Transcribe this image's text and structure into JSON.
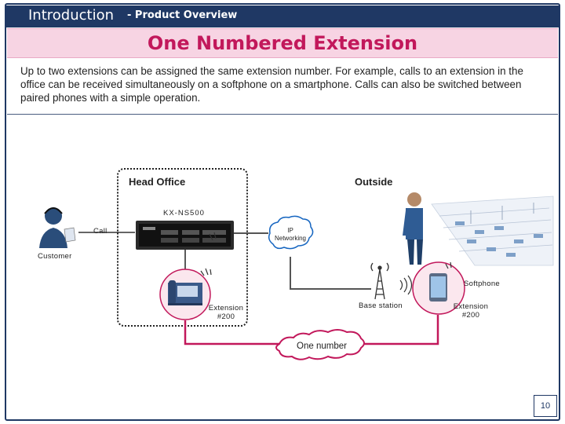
{
  "header": {
    "section": "Introduction",
    "subsection": "- Product Overview"
  },
  "title": "One Numbered Extension",
  "description": "Up to two extensions can be assigned the same extension number. For example, calls to an extension in the office can be received simultaneously on a softphone on a smartphone. Calls can also be switched between paired phones with a simple operation.",
  "diagram": {
    "head_office": "Head Office",
    "outside": "Outside",
    "pbx": "KX-NS500",
    "call": "Call",
    "customer": "Customer",
    "ip_networking": [
      "IP",
      "Networking"
    ],
    "softphone": "Softphone",
    "base_station": "Base station",
    "office_extension": [
      "Extension",
      "#200"
    ],
    "mobile_extension": [
      "Extension",
      "#200"
    ],
    "one_number": "One number"
  },
  "colors": {
    "header": "#1f3864",
    "title": "#c2185b",
    "title_band": "#f7d4e3",
    "link_line": "#c2185b",
    "network_line": "#555555"
  },
  "page_number": "10"
}
